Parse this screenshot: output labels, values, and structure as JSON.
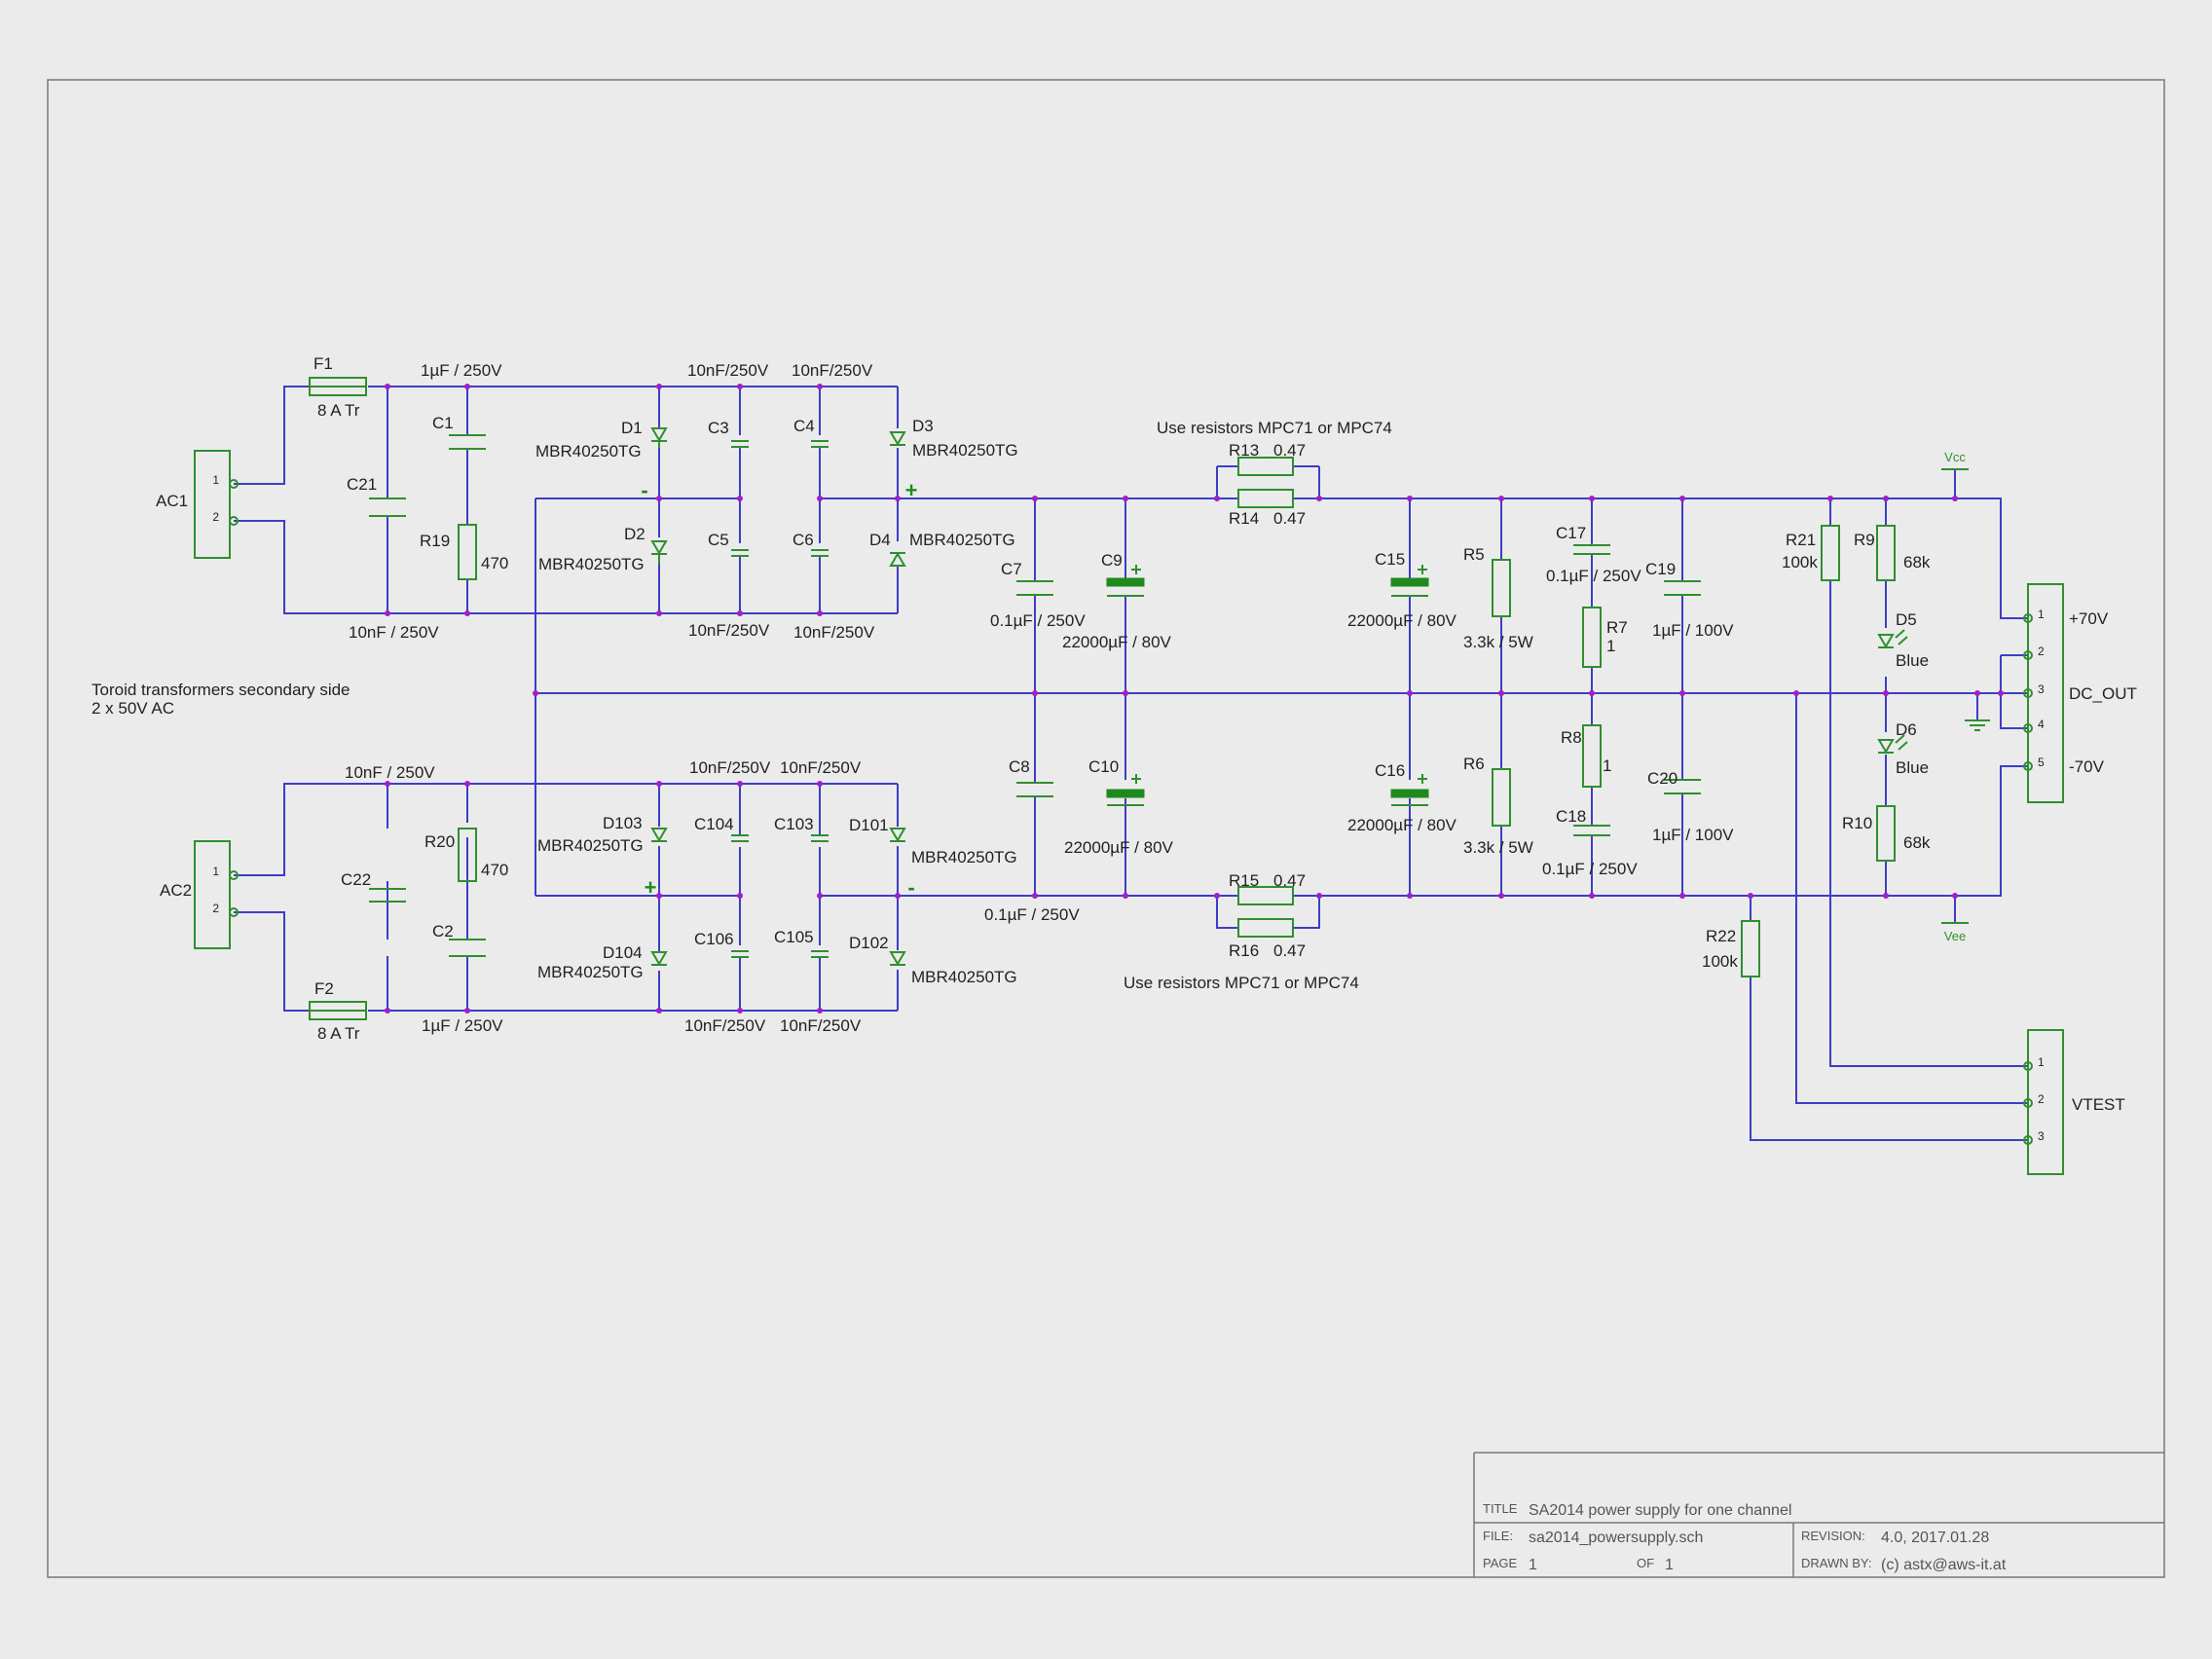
{
  "title_block": {
    "title_label": "TITLE",
    "title": "SA2014 power supply for one channel",
    "file_label": "FILE:",
    "file": "sa2014_powersupply.sch",
    "revision_label": "REVISION:",
    "revision": "4.0, 2017.01.28",
    "page_label": "PAGE",
    "page": "1",
    "of_label": "OF",
    "of": "1",
    "drawn_label": "DRAWN BY:",
    "drawn_by": "(c) astx@aws-it.at"
  },
  "notes": {
    "transformer_line1": "Toroid transformers secondary side",
    "transformer_line2": "2 x 50V AC",
    "resistor_note_top": "Use resistors MPC71 or MPC74",
    "resistor_note_bottom": "Use resistors MPC71 or MPC74"
  },
  "connectors": {
    "ac1": {
      "name": "AC1",
      "pins": [
        "1",
        "2"
      ]
    },
    "ac2": {
      "name": "AC2",
      "pins": [
        "1",
        "2"
      ]
    },
    "dc_out": {
      "name": "DC_OUT",
      "pins": [
        "1",
        "2",
        "3",
        "4",
        "5"
      ],
      "plus": "+70V",
      "minus": "-70V"
    },
    "vtest": {
      "name": "VTEST",
      "pins": [
        "1",
        "2",
        "3"
      ]
    }
  },
  "supply": {
    "vcc": "Vcc",
    "vee": "Vee"
  },
  "polarity": {
    "plus": "+",
    "minus": "-"
  },
  "components": {
    "F1": {
      "ref": "F1",
      "value": "8 A Tr"
    },
    "F2": {
      "ref": "F2",
      "value": "8 A Tr"
    },
    "C1": {
      "ref": "C1",
      "value": "1µF / 250V"
    },
    "C2": {
      "ref": "C2",
      "value": "1µF / 250V"
    },
    "C21": {
      "ref": "C21",
      "value": "10nF / 250V"
    },
    "C22": {
      "ref": "C22",
      "value": "10nF / 250V"
    },
    "R19": {
      "ref": "R19",
      "value": "470"
    },
    "R20": {
      "ref": "R20",
      "value": "470"
    },
    "D1": {
      "ref": "D1",
      "value": "MBR40250TG"
    },
    "D2": {
      "ref": "D2",
      "value": "MBR40250TG"
    },
    "D3": {
      "ref": "D3",
      "value": "MBR40250TG"
    },
    "D4": {
      "ref": "D4",
      "value": "MBR40250TG"
    },
    "D101": {
      "ref": "D101",
      "value": "MBR40250TG"
    },
    "D102": {
      "ref": "D102",
      "value": "MBR40250TG"
    },
    "D103": {
      "ref": "D103",
      "value": "MBR40250TG"
    },
    "D104": {
      "ref": "D104",
      "value": "MBR40250TG"
    },
    "C3": {
      "ref": "C3",
      "value": "10nF/250V"
    },
    "C4": {
      "ref": "C4",
      "value": "10nF/250V"
    },
    "C5": {
      "ref": "C5",
      "value": "10nF/250V"
    },
    "C6": {
      "ref": "C6",
      "value": "10nF/250V"
    },
    "C103": {
      "ref": "C103",
      "value": "10nF/250V"
    },
    "C104": {
      "ref": "C104",
      "value": "10nF/250V"
    },
    "C105": {
      "ref": "C105",
      "value": "10nF/250V"
    },
    "C106": {
      "ref": "C106",
      "value": "10nF/250V"
    },
    "C7": {
      "ref": "C7",
      "value": "0.1µF / 250V"
    },
    "C8": {
      "ref": "C8",
      "value": "0.1µF / 250V"
    },
    "C9": {
      "ref": "C9",
      "value": "22000µF / 80V"
    },
    "C10": {
      "ref": "C10",
      "value": "22000µF / 80V"
    },
    "R13": {
      "ref": "R13",
      "value": "0.47"
    },
    "R14": {
      "ref": "R14",
      "value": "0.47"
    },
    "R15": {
      "ref": "R15",
      "value": "0.47"
    },
    "R16": {
      "ref": "R16",
      "value": "0.47"
    },
    "C15": {
      "ref": "C15",
      "value": "22000µF / 80V"
    },
    "C16": {
      "ref": "C16",
      "value": "22000µF / 80V"
    },
    "R5": {
      "ref": "R5",
      "value": "3.3k / 5W"
    },
    "R6": {
      "ref": "R6",
      "value": "3.3k / 5W"
    },
    "C17": {
      "ref": "C17",
      "value": "0.1µF / 250V"
    },
    "C18": {
      "ref": "C18",
      "value": "0.1µF / 250V"
    },
    "R7": {
      "ref": "R7",
      "value": "1"
    },
    "R8": {
      "ref": "R8",
      "value": "1"
    },
    "C19": {
      "ref": "C19",
      "value": "1µF / 100V"
    },
    "C20": {
      "ref": "C20",
      "value": "1µF / 100V"
    },
    "R21": {
      "ref": "R21",
      "value": "100k"
    },
    "R22": {
      "ref": "R22",
      "value": "100k"
    },
    "R9": {
      "ref": "R9",
      "value": "68k"
    },
    "R10": {
      "ref": "R10",
      "value": "68k"
    },
    "D5": {
      "ref": "D5",
      "value": "Blue"
    },
    "D6": {
      "ref": "D6",
      "value": "Blue"
    }
  }
}
